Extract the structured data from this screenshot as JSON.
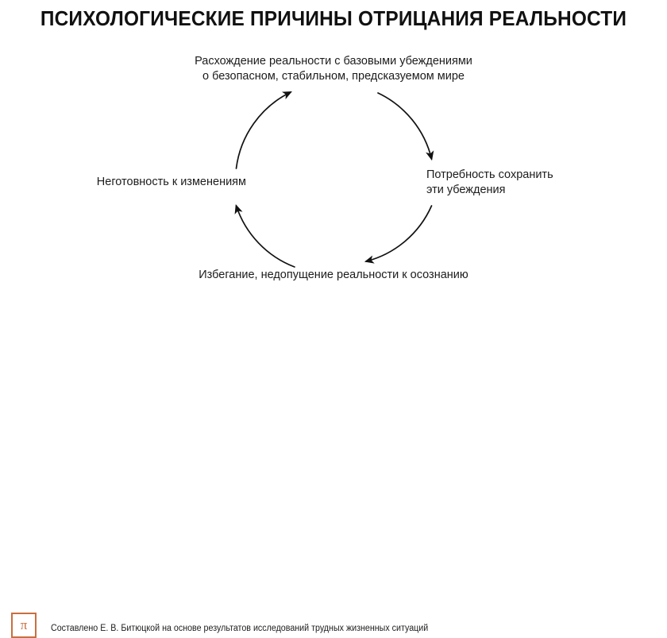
{
  "title": "ПСИХОЛОГИЧЕСКИЕ ПРИЧИНЫ ОТРИЦАНИЯ РЕАЛЬНОСТИ",
  "diagram": {
    "type": "cycle",
    "nodes": [
      {
        "id": "top",
        "position": "top",
        "text": "Расхождение реальности с базовыми убеждениями о безопасном, стабильном, предсказуемом мире",
        "line1": "Расхождение реальности с базовыми убеждениями",
        "line2": "о безопасном, стабильном, предсказуемом мире"
      },
      {
        "id": "right",
        "position": "right",
        "text": "Потребность сохранить эти убеждения",
        "line1": "Потребность сохранить",
        "line2": "эти убеждения"
      },
      {
        "id": "bottom",
        "position": "bottom",
        "text": "Избегание, недопущение реальности к осознанию",
        "line1": "Избегание, недопущение реальности к осознанию",
        "line2": ""
      },
      {
        "id": "left",
        "position": "left",
        "text": "Неготовность к изменениям",
        "line1": "Неготовность к изменениям",
        "line2": ""
      }
    ],
    "arrows": [
      {
        "from": "left",
        "to": "top",
        "direction": "clockwise"
      },
      {
        "from": "top",
        "to": "right",
        "direction": "clockwise"
      },
      {
        "from": "right",
        "to": "bottom",
        "direction": "clockwise"
      },
      {
        "from": "bottom",
        "to": "left",
        "direction": "clockwise"
      }
    ],
    "stroke_color": "#111111"
  },
  "footer": {
    "logo_glyph": "π",
    "logo_color": "#c96f3f",
    "credit": "Составлено Е. В. Битюцкой на основе результатов исследований трудных жизненных ситуаций"
  }
}
